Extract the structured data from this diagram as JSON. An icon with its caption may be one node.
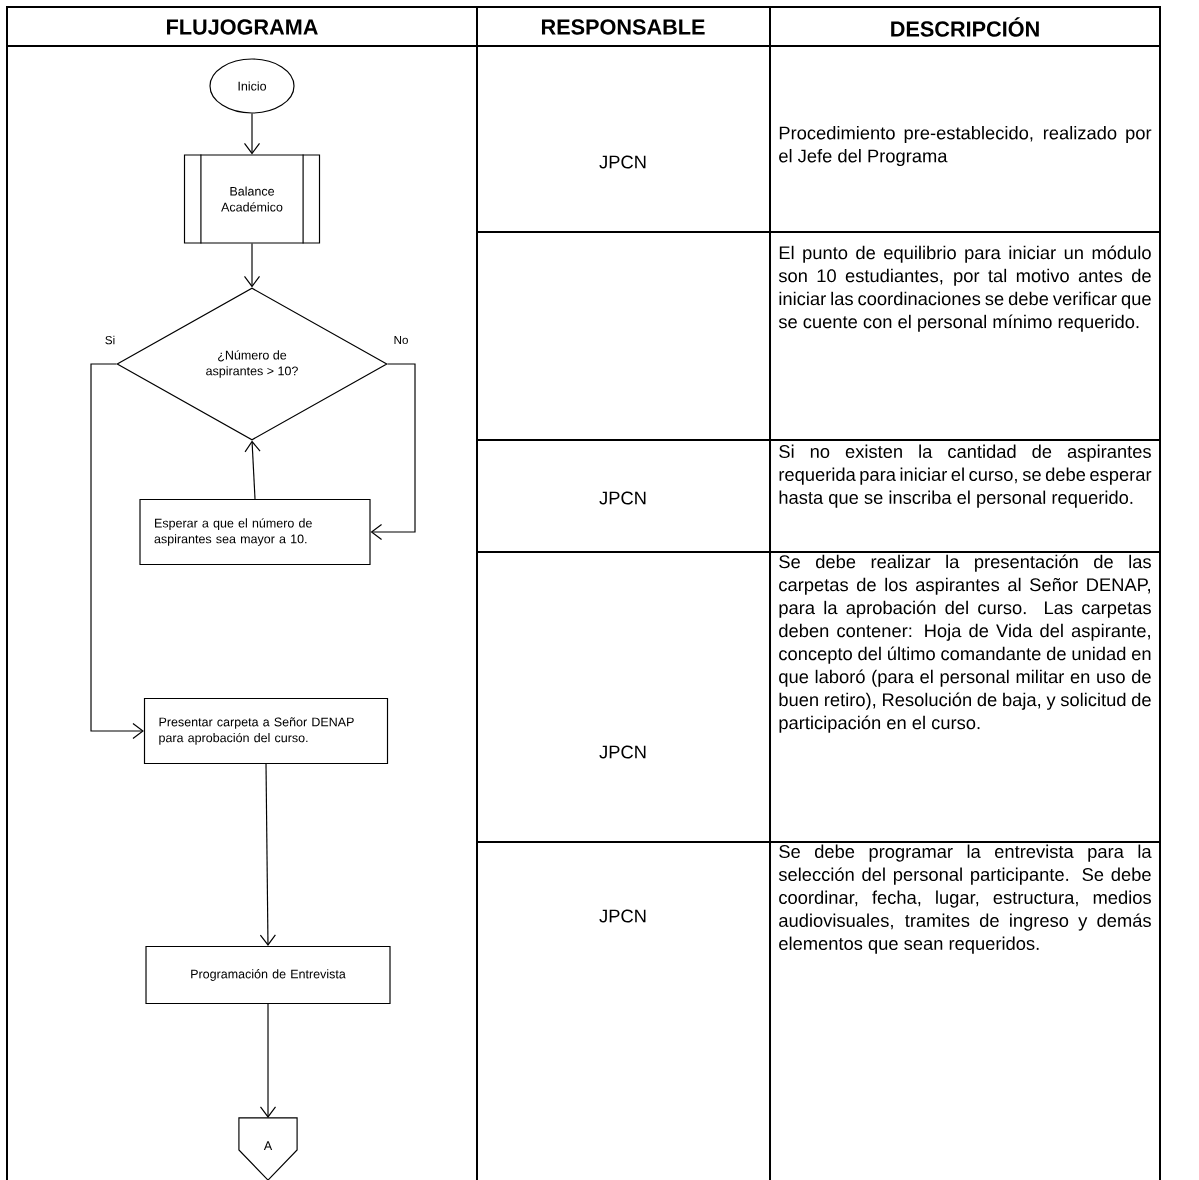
{
  "diagram": {
    "nodes": [
      {
        "text": [
          "Inicio"
        ]
      },
      {
        "text": [
          "Balance Académico"
        ]
      },
      {
        "text": [
          "¿Número de aspirantes > 10?"
        ]
      },
      {
        "text": [
          "Esperar a que el número de aspirantes sea mayor a 10."
        ]
      },
      {
        "text": [
          "Presentar carpeta a Señor DENAP para aprobación del curso."
        ]
      },
      {
        "text": [
          "Programación de Entrevista"
        ]
      },
      {
        "text": [
          "A"
        ]
      }
    ],
    "edges": [
      {
        "from": 0,
        "to": 1,
        "arrow": "to"
      },
      {
        "from": 1,
        "to": 2,
        "arrow": "to"
      },
      {
        "from": 2,
        "to": 4,
        "arrow": "to",
        "label": "Si"
      },
      {
        "from": 2,
        "to": 3,
        "arrow": "to",
        "label": "No"
      },
      {
        "from": 3,
        "to": 2,
        "arrow": "to"
      },
      {
        "from": 4,
        "to": 5,
        "arrow": "to"
      },
      {
        "from": 5,
        "to": 6,
        "arrow": "to"
      }
    ],
    "labels": [
      "FLUJOGRAMA",
      "RESPONSABLE",
      "DESCRIPCIÓN",
      "JPCN",
      "Procedimiento pre-establecido, realizado por el Jefe del Programa",
      "El punto de equilibrio para iniciar un módulo son 10 estudiantes, por tal motivo antes de iniciar las coordinaciones se debe verificar que se cuente con el personal mínimo requerido.",
      "JPCN",
      "Si no existen la cantidad de aspirantes requerida para iniciar el curso, se debe esperar hasta que se inscriba el personal requerido.",
      "JPCN",
      "Se debe realizar la presentación de las carpetas de los aspirantes al Señor DENAP, para la aprobación del curso. Las carpetas deben contener: Hoja de Vida del aspirante, concepto del último comandante de unidad en que laboró (para el personal militar en uso de buen retiro), Resolución de baja, y solicitud de participación en el curso.",
      "JPCN",
      "Se debe programar la entrevista para la selección del personal participante. Se debe coordinar, fecha, lugar, estructura, medios audiovisuales, tramites de ingreso y demás elementos que sean requeridos."
    ]
  }
}
